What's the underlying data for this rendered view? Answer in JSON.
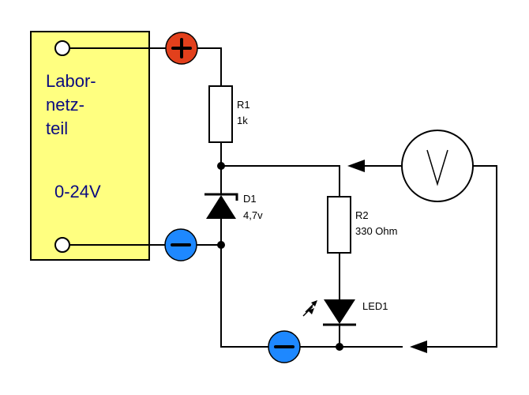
{
  "power_supply": {
    "label_lines": [
      "Labor-",
      "netz-",
      "teil"
    ],
    "voltage_range": "0-24V",
    "fill_color": "#FFFF80"
  },
  "terminals": {
    "plus_symbol": "+",
    "minus_symbol": "−",
    "plus_color": "#E2401C",
    "minus_color": "#1E88FF"
  },
  "components": {
    "r1": {
      "name": "R1",
      "value": "1k"
    },
    "d1": {
      "name": "D1",
      "value": "4,7v"
    },
    "r2": {
      "name": "R2",
      "value": "330 Ohm"
    },
    "led1": {
      "name": "LED1"
    },
    "voltmeter": {
      "symbol": "V"
    }
  }
}
